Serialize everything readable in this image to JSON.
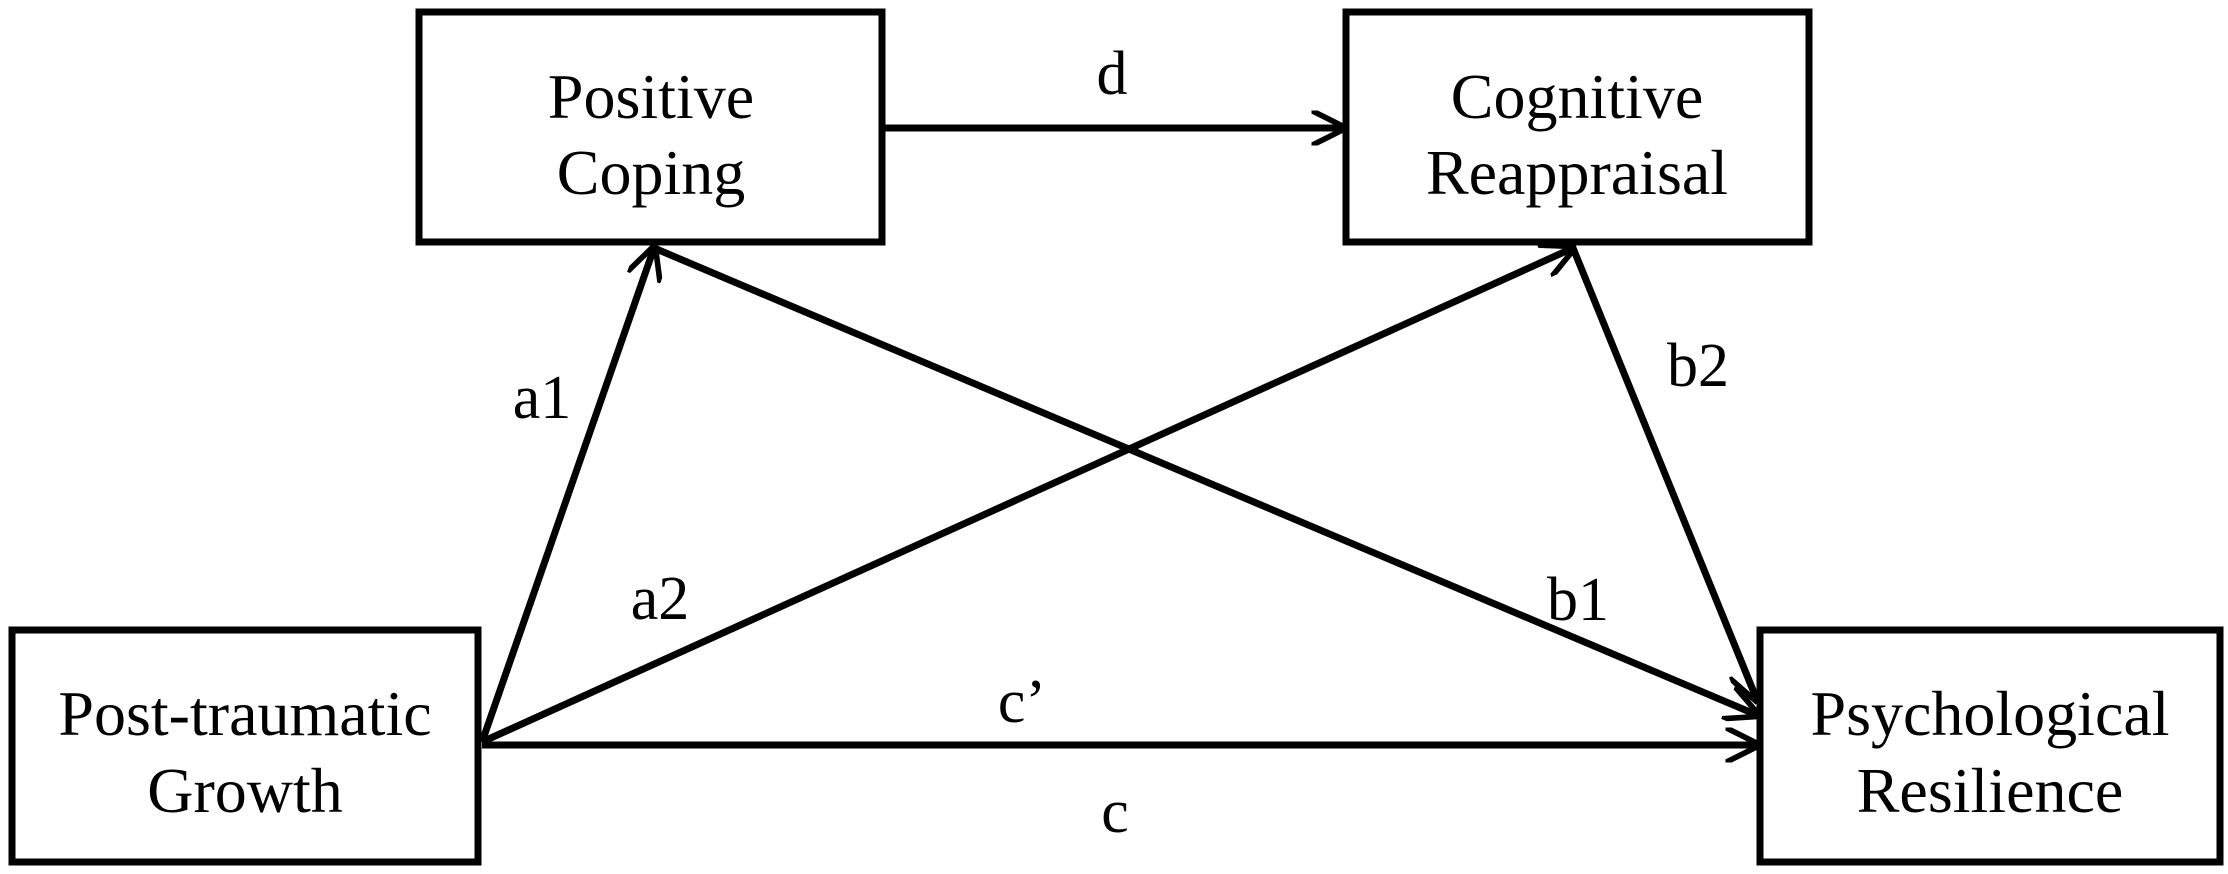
{
  "nodes": {
    "positive_coping": {
      "line1": "Positive",
      "line2": "Coping"
    },
    "cognitive_reappraisal": {
      "line1": "Cognitive",
      "line2": "Reappraisal"
    },
    "post_traumatic_growth": {
      "line1": "Post-traumatic",
      "line2": "Growth"
    },
    "psychological_resilience": {
      "line1": "Psychological",
      "line2": "Resilience"
    }
  },
  "paths": {
    "d": "d",
    "a1": "a1",
    "a2": "a2",
    "b1": "b1",
    "b2": "b2",
    "c_prime": "c’",
    "c": "c"
  },
  "colors": {
    "stroke": "#000000",
    "background": "#ffffff"
  }
}
